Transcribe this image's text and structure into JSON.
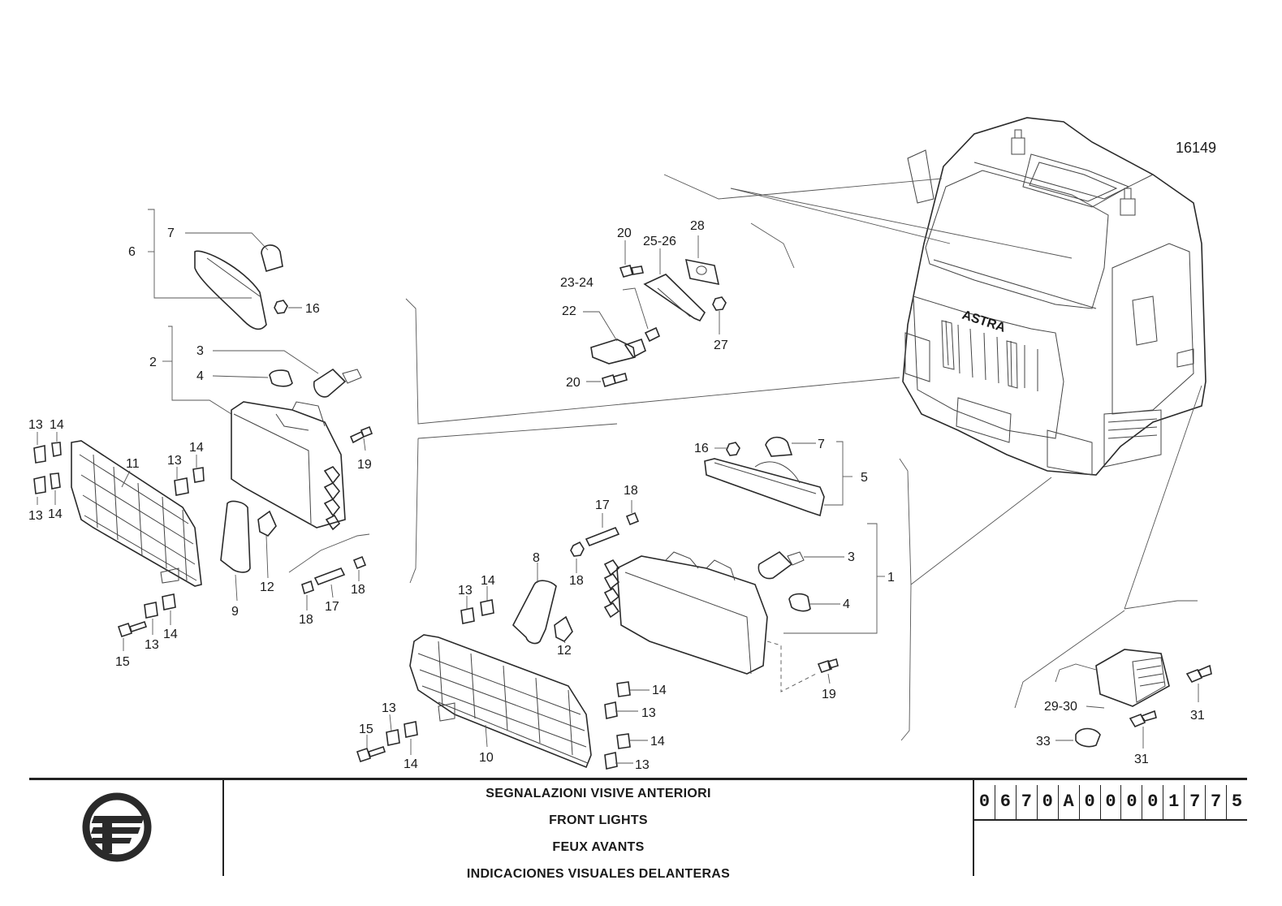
{
  "figure_number": "16149",
  "title_lines": [
    "SEGNALAZIONI VISIVE ANTERIORI",
    "FRONT LIGHTS",
    "FEUX AVANTS",
    "INDICACIONES VISUALES DELANTERAS"
  ],
  "drawing_code": [
    "0",
    "6",
    "7",
    "0",
    "A",
    "0",
    "0",
    "0",
    "0",
    "1",
    "7",
    "7",
    "5"
  ],
  "cab_brand": "ASTRA",
  "callouts": {
    "c6": "6",
    "c7a": "7",
    "c16a": "16",
    "c2": "2",
    "c3a": "3",
    "c4a": "4",
    "c13a": "13",
    "c14a": "14",
    "c13b": "13",
    "c14b": "14",
    "c11": "11",
    "c13c": "13",
    "c14c": "14",
    "c19a": "19",
    "c9": "9",
    "c12a": "12",
    "c18a": "18",
    "c17a": "17",
    "c18b": "18",
    "c13d": "13",
    "c14d": "14",
    "c15a": "15",
    "c20a": "20",
    "c25_26": "25-26",
    "c28": "28",
    "c23_24": "23-24",
    "c22": "22",
    "c27": "27",
    "c20b": "20",
    "c16b": "16",
    "c7b": "7",
    "c5": "5",
    "c17b": "17",
    "c18c": "18",
    "c18d": "18",
    "c8": "8",
    "c13e": "13",
    "c14e": "14",
    "c12b": "12",
    "c3b": "3",
    "c1": "1",
    "c4b": "4",
    "c19b": "19",
    "c14f": "14",
    "c13f": "13",
    "c13g": "13",
    "c15b": "15",
    "c14g": "14",
    "c10": "10",
    "c14h": "14",
    "c13h": "13",
    "c29_30": "29-30",
    "c31a": "31",
    "c33": "33",
    "c31b": "31"
  }
}
